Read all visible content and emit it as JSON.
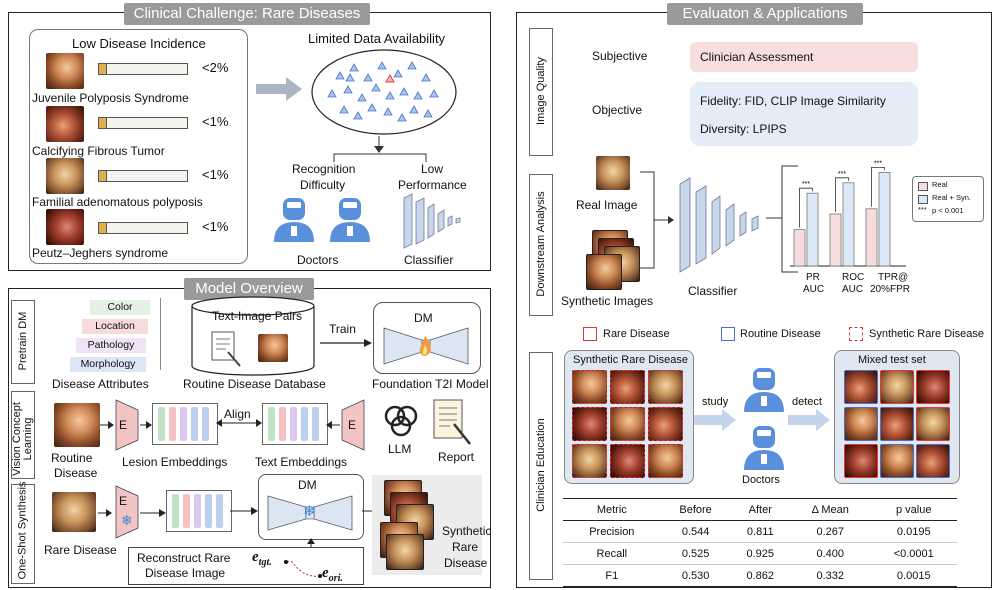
{
  "clinical": {
    "title": "Clinical Challenge: Rare Diseases",
    "incidence_heading": "Low Disease Incidence",
    "diseases": [
      {
        "name": "Juvenile Polyposis Syndrome",
        "incidence": "<2%"
      },
      {
        "name": "Calcifying Fibrous Tumor",
        "incidence": "<1%"
      },
      {
        "name": "Familial adenomatous polyposis",
        "incidence": "<1%"
      },
      {
        "name": "Peutz–Jeghers syndrome",
        "incidence": "<1%"
      }
    ],
    "limited_data": "Limited Data Availability",
    "recognition_line1": "Recognition",
    "recognition_line2": "Difficulty",
    "low_line1": "Low",
    "low_line2": "Performance",
    "doctors": "Doctors",
    "classifier": "Classifier"
  },
  "model": {
    "title": "Model Overview",
    "pretrain_label": "Pretrain DM",
    "vcl_label": "Vision Concept Learning",
    "oss_label": "One-Shot Synthesis",
    "attributes": [
      "Color",
      "Location",
      "Pathology",
      "Morphology"
    ],
    "attributes_caption": "Disease Attributes",
    "text_image_pairs": "Text-Image Pairs",
    "routine_db": "Routine Disease Database",
    "train": "Train",
    "dm": "DM",
    "foundation": "Foundation T2I Model",
    "routine_line1": "Routine",
    "routine_line2": "Disease",
    "encoder_label": "E",
    "align": "Align",
    "lesion_emb": "Lesion Embeddings",
    "text_emb": "Text Embeddings",
    "llm": "LLM",
    "report": "Report",
    "rare_disease": "Rare Disease",
    "reconstruct_line1": "Reconstruct Rare",
    "reconstruct_line2": "Disease Image",
    "e_tgt": "e",
    "e_tgt_sub": "tgt.",
    "e_ori": "e",
    "e_ori_sub": "ori.",
    "synthetic_line1": "Synthetic",
    "synthetic_line2": "Rare",
    "synthetic_line3": "Disease"
  },
  "eval": {
    "title": "Evaluaton & Applications",
    "image_quality_label": "Image Quality",
    "subjective": "Subjective",
    "clinician_assessment": "Clinician Assessment",
    "objective": "Objective",
    "fidelity": "Fidelity: FID, CLIP Image Similarity",
    "diversity": "Diversity: LPIPS",
    "downstream_label": "Downstream Analysis",
    "real_image": "Real Image",
    "synthetic_images": "Synthetic Images",
    "classifier": "Classifier",
    "legend": [
      "Real",
      "Real + Syn.",
      "p < 0.001"
    ],
    "sig_marker": "***",
    "colors": {
      "real": "#f6dcdc",
      "real_syn": "#dbe9f6",
      "rare": "#e03a3a",
      "routine": "#4a72c8"
    },
    "clinician_label": "Clinician Education",
    "legend2": [
      "Rare Disease",
      "Routine Disease",
      "Synthetic Rare Disease"
    ],
    "synthetic_rare": "Synthetic Rare Disease",
    "study": "study",
    "detect": "detect",
    "doctors": "Doctors",
    "mixed_test": "Mixed test set",
    "table_header": [
      "Metric",
      "Before",
      "After",
      "Δ Mean",
      "p value"
    ],
    "table_rows": [
      [
        "Precision",
        "0.544",
        "0.811",
        "0.267",
        "0.0195"
      ],
      [
        "Recall",
        "0.525",
        "0.925",
        "0.400",
        "<0.0001"
      ],
      [
        "F1",
        "0.530",
        "0.862",
        "0.332",
        "0.0015"
      ]
    ]
  },
  "chart_data": {
    "type": "bar",
    "categories": [
      "PR\nAUC",
      "ROC\nAUC",
      "TPR@\n20%FPR"
    ],
    "category_labels": [
      [
        "PR",
        "AUC"
      ],
      [
        "ROC",
        "AUC"
      ],
      [
        "TPR@",
        "20%FPR"
      ]
    ],
    "series": [
      {
        "name": "Real",
        "values": [
          0.35,
          0.5,
          0.55
        ]
      },
      {
        "name": "Real + Syn.",
        "values": [
          0.7,
          0.8,
          0.9
        ]
      }
    ],
    "significance": [
      "***",
      "***",
      "***"
    ],
    "ylim": [
      0,
      1
    ],
    "legend_position": "right"
  }
}
